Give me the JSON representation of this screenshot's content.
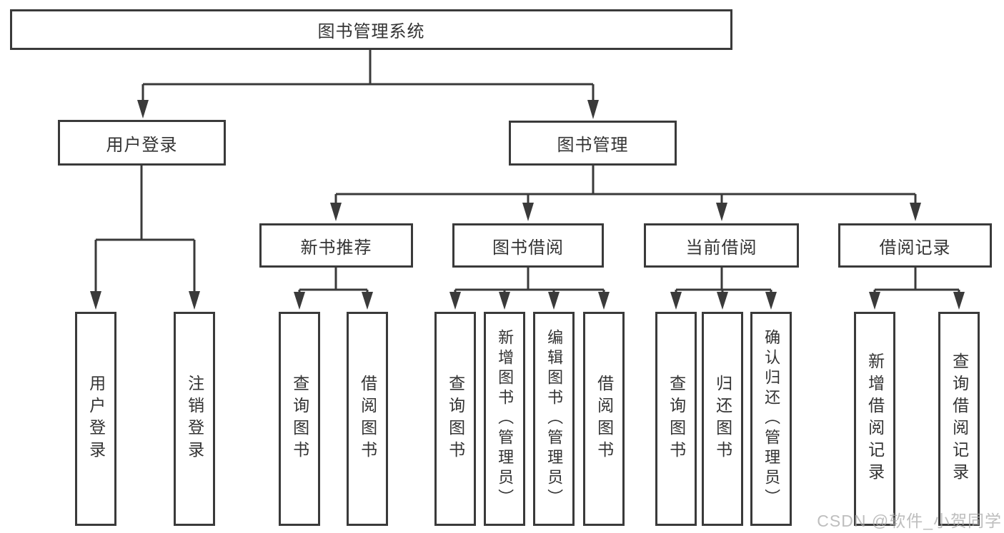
{
  "diagram": {
    "root": {
      "label": "图书管理系统"
    },
    "level2": {
      "user_login": {
        "label": "用户登录"
      },
      "book_mgmt": {
        "label": "图书管理"
      }
    },
    "level3": {
      "new_book_rec": {
        "label": "新书推荐"
      },
      "book_borrow": {
        "label": "图书借阅"
      },
      "current_borrow": {
        "label": "当前借阅"
      },
      "borrow_records": {
        "label": "借阅记录"
      }
    },
    "leaves": {
      "user_login_leaf": {
        "label": "用户登录"
      },
      "logout": {
        "label": "注销登录"
      },
      "rec_query_book": {
        "label": "查询图书"
      },
      "rec_borrow_book": {
        "label": "借阅图书"
      },
      "bb_query_book": {
        "label": "查询图书"
      },
      "bb_add_book": {
        "label": "新增图书（管理员）"
      },
      "bb_edit_book": {
        "label": "编辑图书（管理员）"
      },
      "bb_borrow_book": {
        "label": "借阅图书"
      },
      "cb_query_book": {
        "label": "查询图书"
      },
      "cb_return_book": {
        "label": "归还图书"
      },
      "cb_confirm_return": {
        "label": "确认归还（管理员）"
      },
      "br_add_record": {
        "label": "新增借阅记录"
      },
      "br_query_record": {
        "label": "查询借阅记录"
      }
    }
  },
  "watermark": "CSDN @软件_小贺同学",
  "colors": {
    "line": "#3a3a3a",
    "text": "#333333",
    "watermark": "#a8a8a8",
    "background": "#ffffff"
  }
}
